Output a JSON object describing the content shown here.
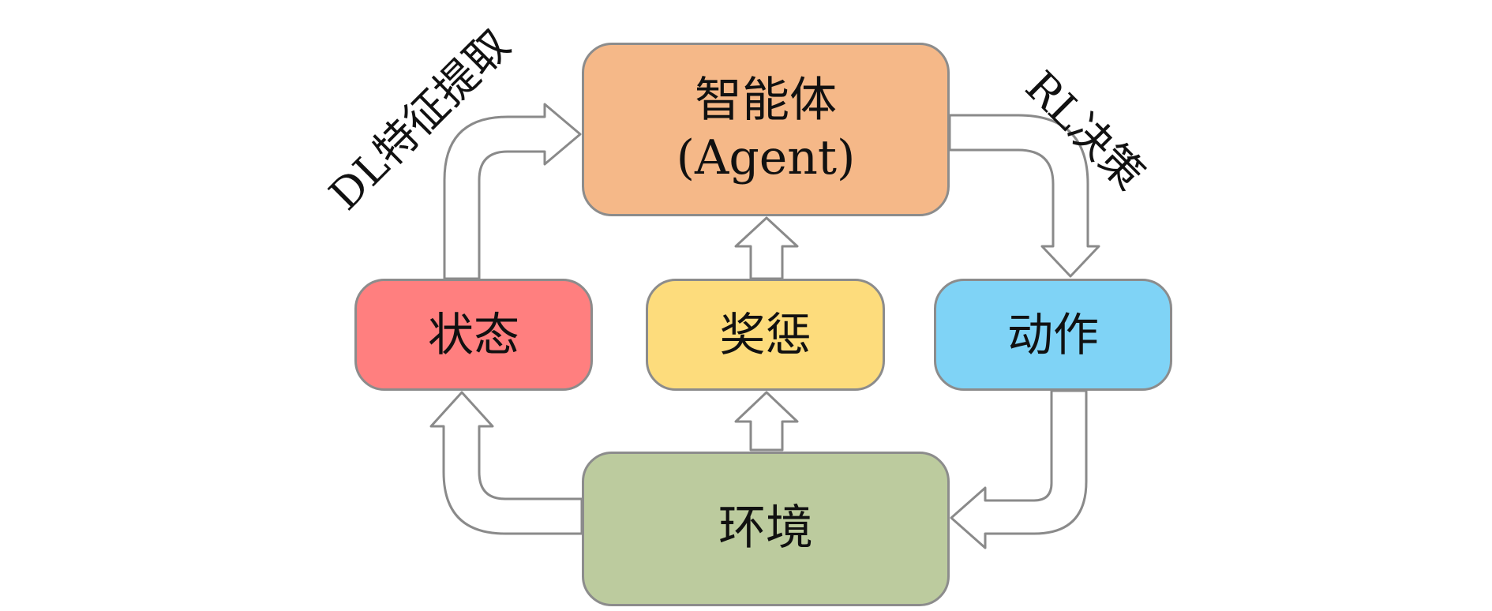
{
  "diagram": {
    "nodes": {
      "agent": {
        "line1": "智能体",
        "line2": "(Agent)",
        "fill": "#f5b888"
      },
      "state": {
        "label": "状态",
        "fill": "#ff7f7f"
      },
      "reward": {
        "label": "奖惩",
        "fill": "#fddc7c"
      },
      "action": {
        "label": "动作",
        "fill": "#7fd3f6"
      },
      "environment": {
        "label": "环境",
        "fill": "#bccb9e"
      }
    },
    "labels": {
      "dl_feature": "DL特征提取",
      "rl_decision": "RL决策"
    },
    "colors": {
      "arrow_stroke": "#8a8a8a",
      "arrow_fill": "#ffffff",
      "node_border": "#8c8c8c"
    }
  }
}
